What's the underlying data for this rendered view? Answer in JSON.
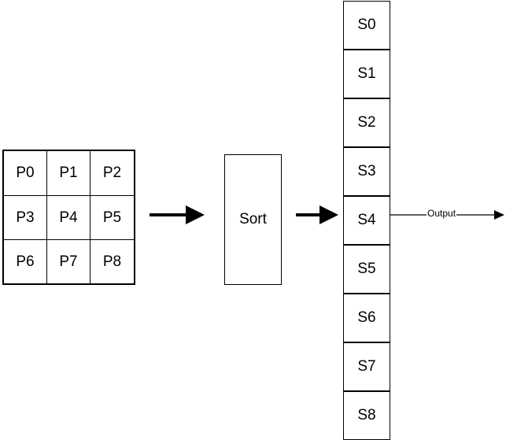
{
  "input_grid": {
    "cells": [
      "P0",
      "P1",
      "P2",
      "P3",
      "P4",
      "P5",
      "P6",
      "P7",
      "P8"
    ]
  },
  "sort": {
    "label": "Sort"
  },
  "sorted": {
    "cells": [
      "S0",
      "S1",
      "S2",
      "S3",
      "S4",
      "S5",
      "S6",
      "S7",
      "S8"
    ]
  },
  "output": {
    "label": "Output"
  },
  "colors": {
    "stroke": "#000000",
    "background": "#ffffff"
  }
}
